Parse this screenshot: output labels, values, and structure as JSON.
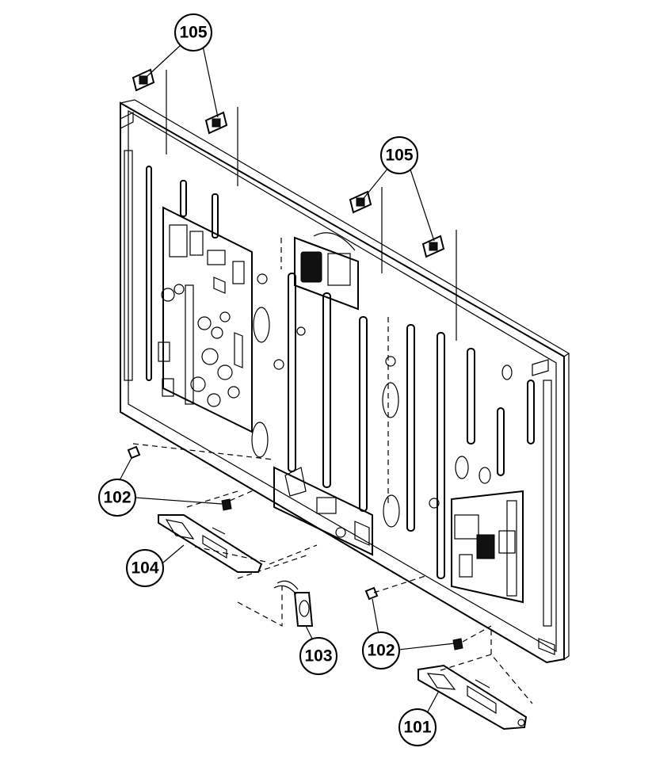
{
  "callouts": {
    "c105_top_left": "105",
    "c105_right": "105",
    "c102_left": "102",
    "c104": "104",
    "c103": "103",
    "c102_right": "102",
    "c101": "101"
  }
}
